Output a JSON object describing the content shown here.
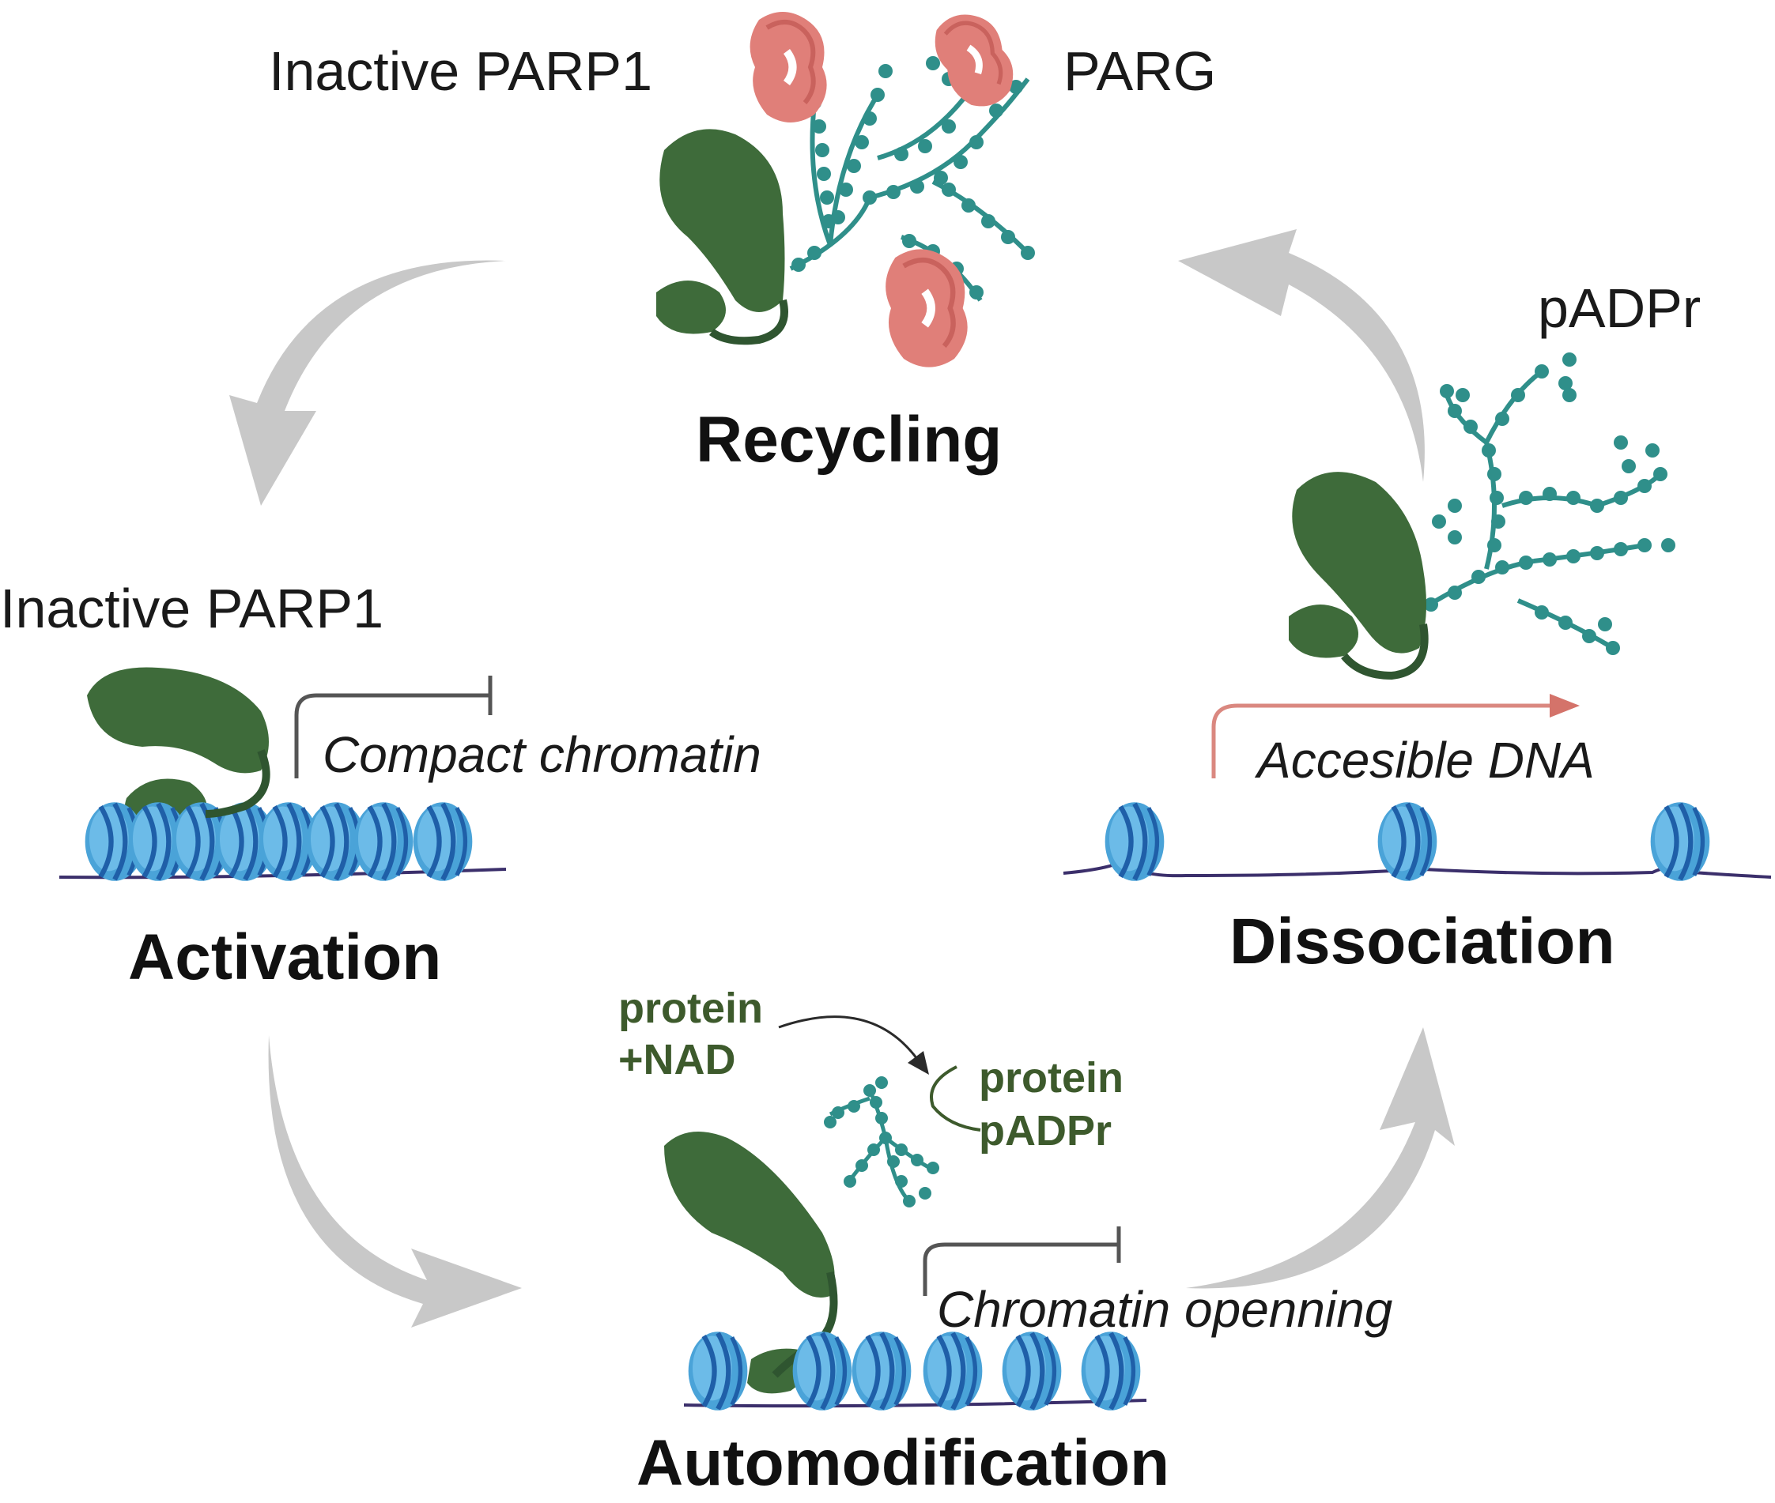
{
  "labels": {
    "inactive_parp1_top": "Inactive PARP1",
    "parg": "PARG",
    "recycling": "Recycling",
    "padpr": "pADPr",
    "inactive_parp1_left": "Inactive PARP1",
    "compact_chromatin": "Compact chromatin",
    "activation": "Activation",
    "accesible_dna": "Accesible DNA",
    "dissociation": "Dissociation",
    "protein_left": "protein",
    "nad": "+NAD",
    "protein_right": "protein",
    "padpr_small": "pADPr",
    "chromatin_openning": "Chromatin openning",
    "automodification": "Automodification"
  },
  "colors": {
    "parp1": "#3e6b3a",
    "parp1_dark": "#2f5530",
    "parg": "#e07f79",
    "padpr_chain": "#2f8f8a",
    "nucleosome": "#4aa3d8",
    "nucleosome_dark": "#1f5fa8",
    "dna": "#3b2f6b",
    "cycle_arrow": "#c8c8c8",
    "green_text": "#3d5a2c",
    "accessible_arrow": "#d4736a",
    "inhibit_line": "#555555"
  },
  "icons": [
    "parp1-protein-icon",
    "parg-enzyme-icon",
    "padpr-chain-icon",
    "nucleosome-icon",
    "dna-strand-icon",
    "cycle-arrow-icon",
    "inhibition-line-icon",
    "activation-arrow-icon"
  ]
}
